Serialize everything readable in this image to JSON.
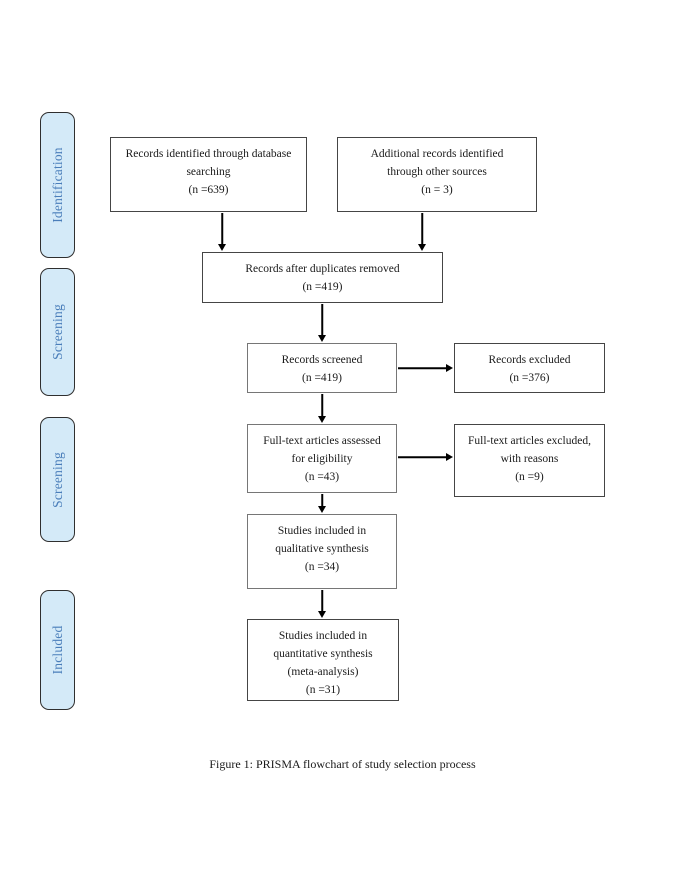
{
  "figure": {
    "caption": "Figure 1: PRISMA flowchart of study selection process"
  },
  "colors": {
    "stage_fill": "#d4eaf8",
    "stage_text": "#4a7eba",
    "box_border": "#454545",
    "arrow": "#000000",
    "background": "#ffffff"
  },
  "stages": {
    "identification": "Identification",
    "screening1": "Screening",
    "screening2": "Screening",
    "included": "Included"
  },
  "nodes": {
    "records_database": "Records identified through database\nsearching\n(n =639)",
    "records_other": "Additional records identified\nthrough other sources\n(n = 3)",
    "after_duplicates": "Records after duplicates removed\n(n =419)",
    "records_screened": "Records screened\n(n =419)",
    "records_excluded": "Records excluded\n(n =376)",
    "fulltext_assessed": "Full-text articles assessed\nfor eligibility\n(n =43)",
    "fulltext_excluded": "Full-text articles excluded,\nwith reasons\n(n =9)",
    "qualitative_included": "Studies included in\nqualitative synthesis\n(n =34)",
    "quantitative_included": "Studies included in\nquantitative synthesis\n(meta-analysis)\n(n =31)"
  },
  "edges": [
    {
      "from": "records_database",
      "to": "after_duplicates",
      "direction": "down"
    },
    {
      "from": "records_other",
      "to": "after_duplicates",
      "direction": "down"
    },
    {
      "from": "after_duplicates",
      "to": "records_screened",
      "direction": "down"
    },
    {
      "from": "records_screened",
      "to": "records_excluded",
      "direction": "right"
    },
    {
      "from": "records_screened",
      "to": "fulltext_assessed",
      "direction": "down"
    },
    {
      "from": "fulltext_assessed",
      "to": "fulltext_excluded",
      "direction": "right"
    },
    {
      "from": "fulltext_assessed",
      "to": "qualitative_included",
      "direction": "down"
    },
    {
      "from": "qualitative_included",
      "to": "quantitative_included",
      "direction": "down"
    }
  ]
}
